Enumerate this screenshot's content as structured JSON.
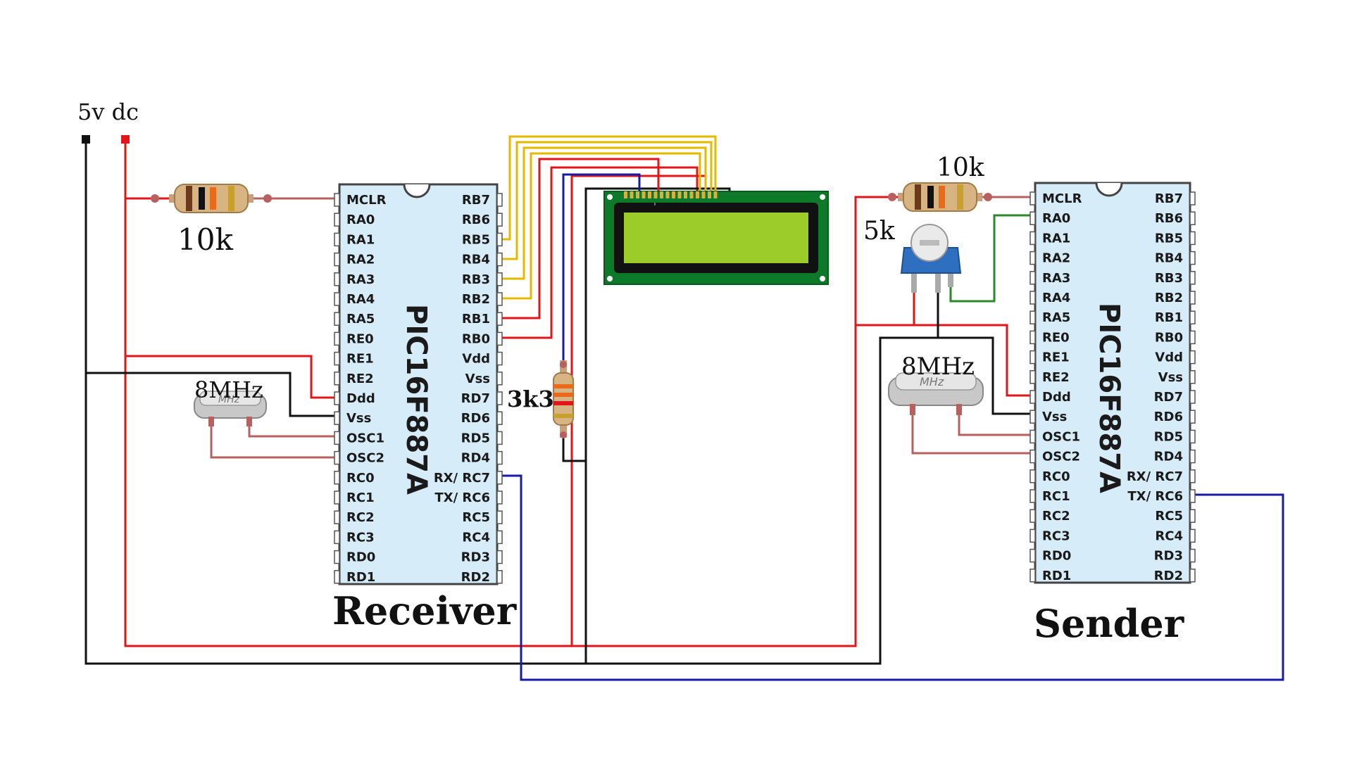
{
  "labels": {
    "supply": "5v dc",
    "receiver_pullup": "10k",
    "sender_pullup": "10k",
    "pot": "5k",
    "lcd_resistor": "3k3",
    "receiver_crystal": "8MHz",
    "sender_crystal": "8MHz",
    "crystal_marking": "MHz"
  },
  "receiver": {
    "title": "Receiver",
    "chip_name": "PIC16F887A",
    "left_pins": [
      "MCLR",
      "RA0",
      "RA1",
      "RA2",
      "RA3",
      "RA4",
      "RA5",
      "RE0",
      "RE1",
      "RE2",
      "Ddd",
      "Vss",
      "OSC1",
      "OSC2",
      "RC0",
      "RC1",
      "RC2",
      "RC3",
      "RD0",
      "RD1"
    ],
    "right_pins": [
      "RB7",
      "RB6",
      "RB5",
      "RB4",
      "RB3",
      "RB2",
      "RB1",
      "RB0",
      "Vdd",
      "Vss",
      "RD7",
      "RD6",
      "RD5",
      "RD4",
      "RX/ RC7",
      "TX/ RC6",
      "RC5",
      "RC4",
      "RD3",
      "RD2"
    ]
  },
  "sender": {
    "title": "Sender",
    "chip_name": "PIC16F887A",
    "left_pins": [
      "MCLR",
      "RA0",
      "RA1",
      "RA2",
      "RA3",
      "RA4",
      "RA5",
      "RE0",
      "RE1",
      "RE2",
      "Ddd",
      "Vss",
      "OSC1",
      "OSC2",
      "RC0",
      "RC1",
      "RC2",
      "RC3",
      "RD0",
      "RD1"
    ],
    "right_pins": [
      "RB7",
      "RB6",
      "RB5",
      "RB4",
      "RB3",
      "RB2",
      "RB1",
      "RB0",
      "Vdd",
      "Vss",
      "RD7",
      "RD6",
      "RD5",
      "RD4",
      "RX/ RC7",
      "TX/ RC6",
      "RC5",
      "RC4",
      "RD3",
      "RD2"
    ]
  },
  "colors": {
    "wire_power": "#e0161a",
    "wire_ground": "#111111",
    "wire_serial": "#1a1aa8",
    "wire_data": "#e6b800",
    "wire_pot": "#2a8a2a",
    "wire_crystal": "#b86060",
    "chip_body": "#d6ecf8",
    "lcd_board": "#0d7a2a",
    "lcd_screen": "#9ccc2a"
  }
}
